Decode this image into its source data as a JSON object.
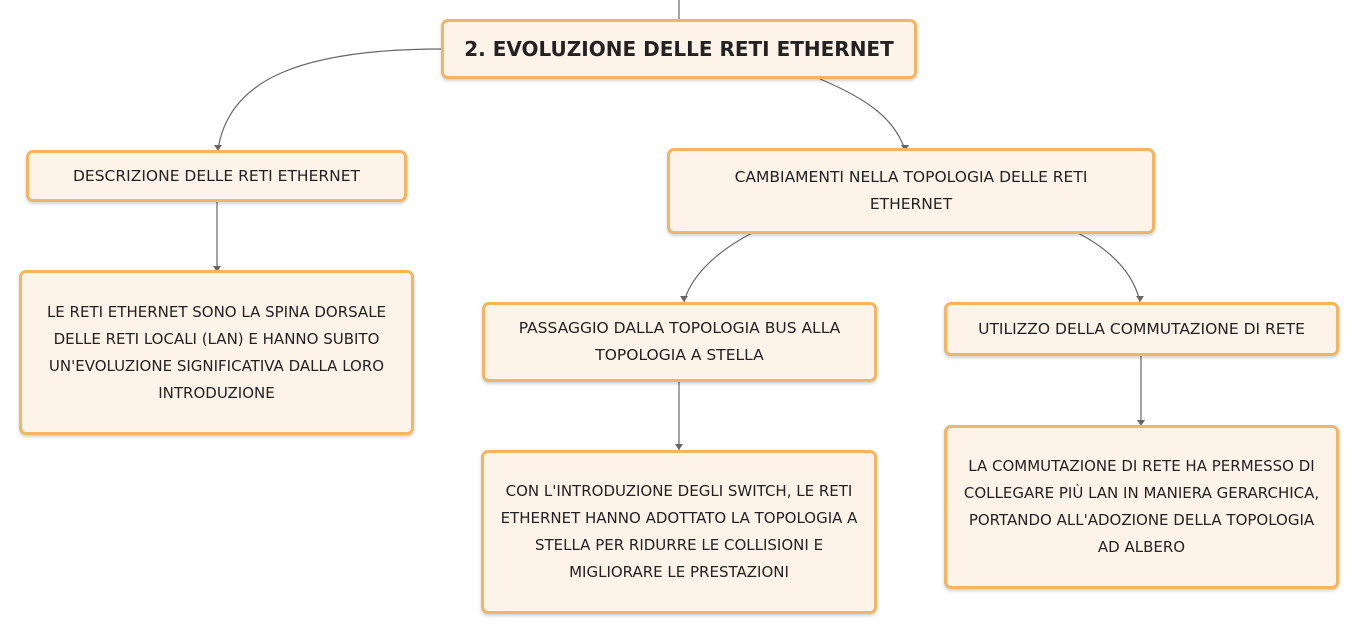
{
  "map": {
    "root": "2. EVOLUZIONE DELLE RETI ETHERNET",
    "left_branch": {
      "label": "DESCRIZIONE DELLE RETI ETHERNET",
      "detail": "LE RETI ETHERNET SONO LA SPINA DORSALE DELLE RETI LOCALI (LAN) E HANNO SUBITO UN'EVOLUZIONE SIGNIFICATIVA DALLA LORO INTRODUZIONE"
    },
    "right_branch": {
      "label": "CAMBIAMENTI NELLA TOPOLOGIA DELLE RETI ETHERNET",
      "children": [
        {
          "label": "PASSAGGIO DALLA TOPOLOGIA BUS ALLA TOPOLOGIA A STELLA",
          "detail": "CON L'INTRODUZIONE DEGLI SWITCH, LE RETI ETHERNET HANNO ADOTTATO LA TOPOLOGIA A STELLA PER RIDURRE LE COLLISIONI E MIGLIORARE LE PRESTAZIONI"
        },
        {
          "label": "UTILIZZO DELLA COMMUTAZIONE DI RETE",
          "detail": "LA COMMUTAZIONE DI RETE HA PERMESSO DI COLLEGARE PIÙ LAN IN MANIERA GERARCHICA, PORTANDO ALL'ADOZIONE DELLA TOPOLOGIA AD ALBERO"
        }
      ]
    }
  },
  "colors": {
    "node_border": "#f5b462",
    "node_fill": "#fef3e8",
    "connector": "#666666",
    "text": "#222222"
  }
}
